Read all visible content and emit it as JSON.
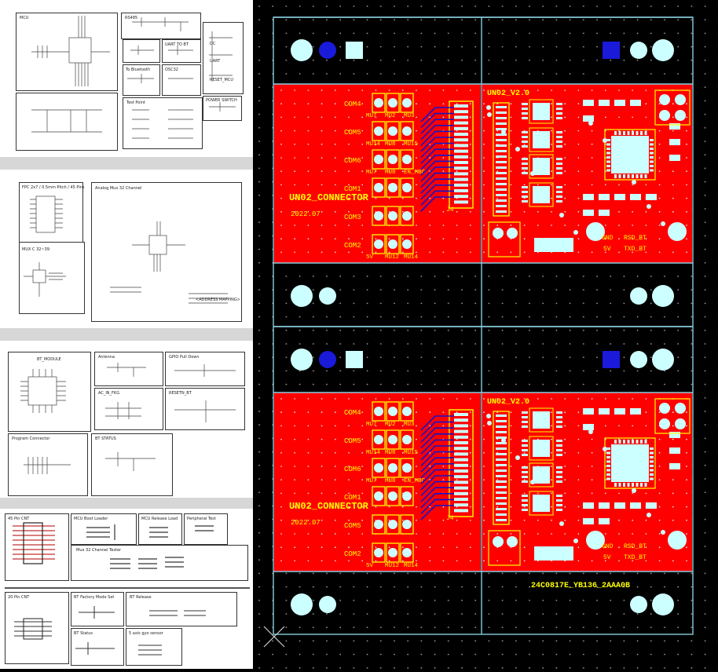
{
  "schematic": {
    "sheet1": {
      "mcu": "MCU",
      "rs485": "RS485",
      "uart_to_bt": "UART TO BT",
      "to_bluetooth": "To Bluetooth",
      "osc32": "OSC32",
      "test_point": "Test Point",
      "power_switch": "POWER SWITCH",
      "io_labels": [
        "DC",
        "UART",
        "RESET_MCU"
      ]
    },
    "sheet2": {
      "fpc": "FPC 2x7 / 0.5mm Pitch / 45 Pins",
      "analog_mux": "Analog Mux 32 Channel",
      "mux_c": "MUX C 32~39",
      "addr_map": "<ADDRESS MAPPING>"
    },
    "sheet3": {
      "bt": "BT_MODULE",
      "antenna": "Antenna",
      "gpio": "GPIO Pull Down",
      "ac_in": "AC_IN_FKG",
      "reset_bt": "RESETN_BT",
      "program": "Program Connector",
      "bt_status": "BT STATUS"
    },
    "sheet4": {
      "pin45": "45 Pin CNT",
      "boot": "MCU Boot Loader",
      "release": "MCU Release Load",
      "peripheral": "Peripheral Test",
      "mux_tester": "Mux 32 Channel Tester"
    },
    "sheet5": {
      "pin20": "20 Pin CNT",
      "bt_factory": "BT Factory Mode Set",
      "bt_release": "BT Release",
      "bt_status": "BT Status",
      "gpio_sensor": "5 axis gyo sensor"
    }
  },
  "pcb": {
    "boards": [
      {
        "connector_title": "UN02_CONNECTOR",
        "date": "2022.07",
        "rev": "UN02_V2.0",
        "com_labels": [
          "COM4",
          "COM5",
          "COM6",
          "COM1",
          "COM3",
          "COM2"
        ],
        "mux_labels": [
          [
            "MU7",
            "MU2",
            "MU3"
          ],
          [
            "MU14",
            "MU8",
            "MU15"
          ],
          [
            "MU7",
            "MU8",
            "EN_MBC"
          ],
          [
            "5V",
            "MU12",
            "MU14"
          ]
        ],
        "j4": "J4",
        "gnd": "GND",
        "v5": "5V",
        "rsd": [
          "RSD_BT",
          "TXD_BT"
        ]
      },
      {
        "connector_title": "UN02_CONNECTOR",
        "date": "2022.07",
        "rev": "UN02_V2.0",
        "com_labels": [
          "COM4",
          "COM5",
          "COM6",
          "COM1",
          "COM5",
          "COM2"
        ],
        "mux_labels": [
          [
            "MU7",
            "MU2",
            "MU3"
          ],
          [
            "MU14",
            "MU8",
            "MU15"
          ],
          [
            "MU7",
            "MU8",
            "EN_MBC"
          ],
          [
            "5V",
            "MU12",
            "MU14"
          ]
        ],
        "j4": "J4",
        "gnd": "GND",
        "v5": "5V",
        "rsd": [
          "RSD_BT",
          "TXD_BT"
        ]
      }
    ],
    "footer_text": "24C0817E_YB136_2AAA0B",
    "colors": {
      "copper": "#ff0000",
      "silk": "#ffff00",
      "pad": "#ccffff",
      "via": "#2222ff",
      "outline": "#88ccdd"
    }
  }
}
